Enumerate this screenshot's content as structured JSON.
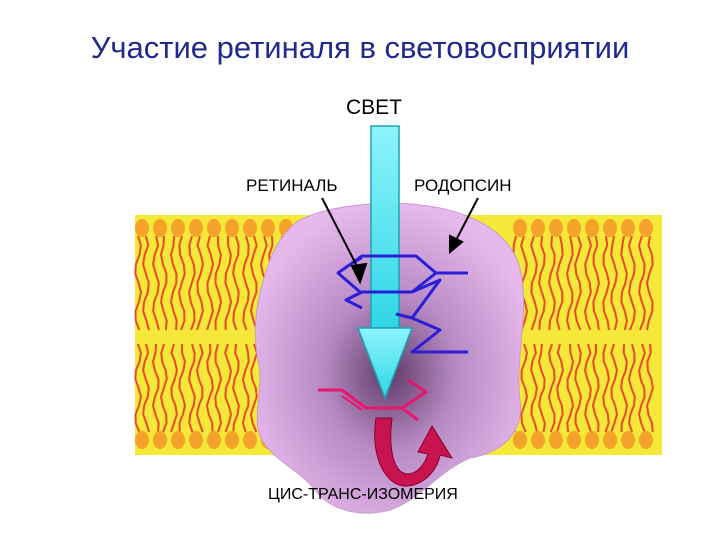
{
  "title": "Участие ретиналя в световосприятии",
  "labels": {
    "light": "СВЕТ",
    "retinal": "РЕТИНАЛЬ",
    "rhodopsin": "РОДОПСИН",
    "isomerization": "ЦИС-ТРАНС-ИЗОМЕРИЯ"
  },
  "colors": {
    "membrane": "#f5e838",
    "lipid_head": "#f4a229",
    "lipid_tail": "#e84a2a",
    "protein": "#e3b4e8",
    "light_arrow": "#4fe3f0",
    "retinal_blue": "#2a1fd6",
    "retinal_pink": "#e8166e",
    "title": "#1f2a8c"
  }
}
